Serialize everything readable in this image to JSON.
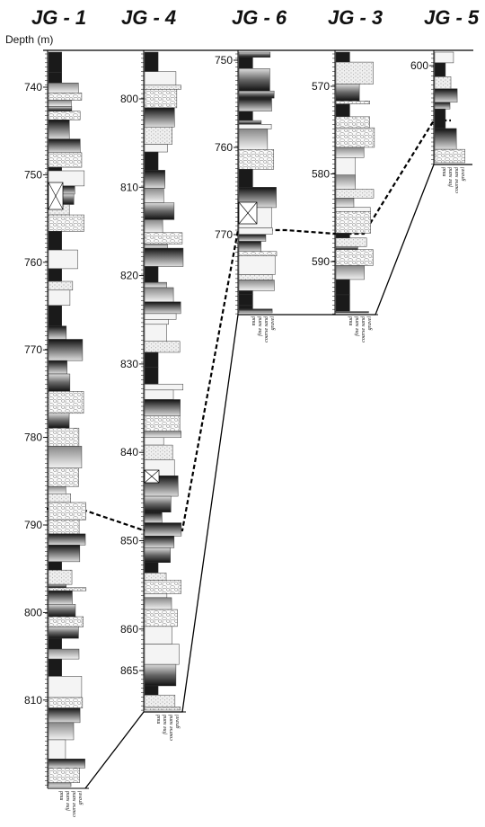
{
  "depth_axis_label": "Depth (m)",
  "grain_size_labels": [
    "mud",
    "fine sand",
    "coarse sand",
    "gravel"
  ],
  "wells": [
    {
      "id": "jg1",
      "name": "JG - 1",
      "depth_ticks": [
        740,
        750,
        760,
        770,
        780,
        790,
        800,
        810
      ]
    },
    {
      "id": "jg4",
      "name": "JG - 4",
      "depth_ticks": [
        800,
        810,
        820,
        830,
        840,
        850,
        860,
        865
      ]
    },
    {
      "id": "jg6",
      "name": "JG - 6",
      "depth_ticks": [
        750,
        760,
        770
      ]
    },
    {
      "id": "jg3",
      "name": "JG - 3",
      "depth_ticks": [
        570,
        580,
        590
      ]
    },
    {
      "id": "jg5",
      "name": "JG - 5",
      "depth_ticks": [
        600
      ]
    }
  ],
  "colors": {
    "line": "#000000",
    "sand": "#eeeeee",
    "mud": "#333333"
  }
}
